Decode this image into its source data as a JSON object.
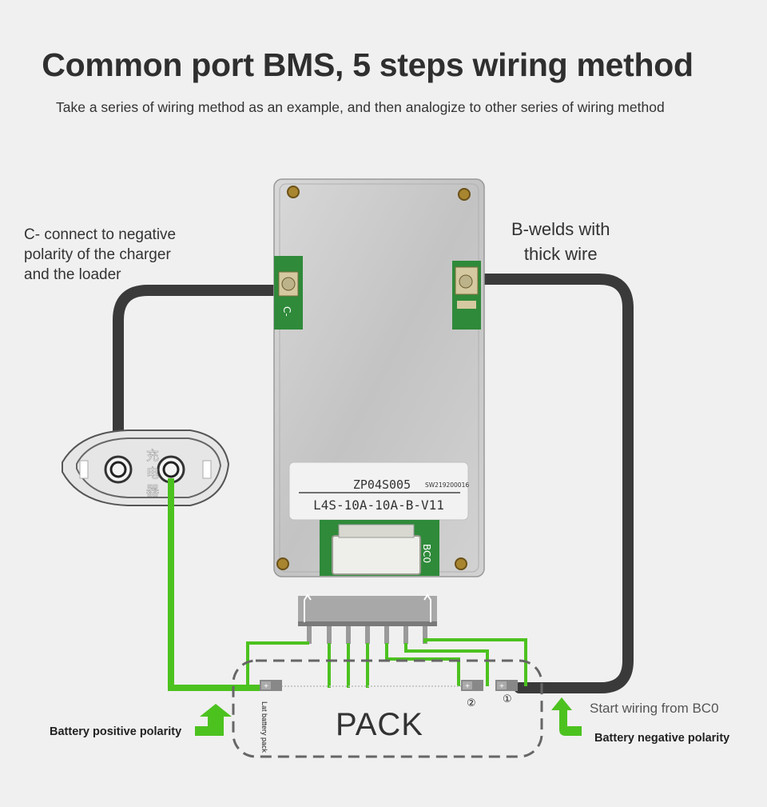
{
  "title": "Common port BMS, 5 steps wiring method",
  "subtitle": "Take a series of wiring method as an example, and then analogize to other series of wiring method",
  "notes": {
    "c_minus": [
      "C- connect to negative",
      "polarity of the charger",
      "and the loader"
    ],
    "b_minus": [
      "B-welds with",
      "thick wire"
    ]
  },
  "labels": {
    "battery_positive": "Battery positive polarity",
    "battery_negative": "Battery negative polarity",
    "start_wiring": "Start wiring from BC0",
    "pack": "PACK",
    "lat_battery_pack": "Lat battery pack",
    "cell_1": "①",
    "cell_2": "②"
  },
  "board": {
    "model": "ZP04S005",
    "serial": "SW219200016",
    "spec": "L4S-10A-10A-B-V11",
    "pad_c_minus": "C-",
    "connector_label": "BC0"
  },
  "charger": {
    "characters": [
      "充",
      "电",
      "器"
    ]
  },
  "colors": {
    "background": "#f0f0f0",
    "wire_dark": "#3a3a3a",
    "wire_green": "#4cc21f",
    "arrow_green": "#4cc21f",
    "board_metal": "#c9c9c9",
    "pcb_green": "#2f8a3a"
  }
}
